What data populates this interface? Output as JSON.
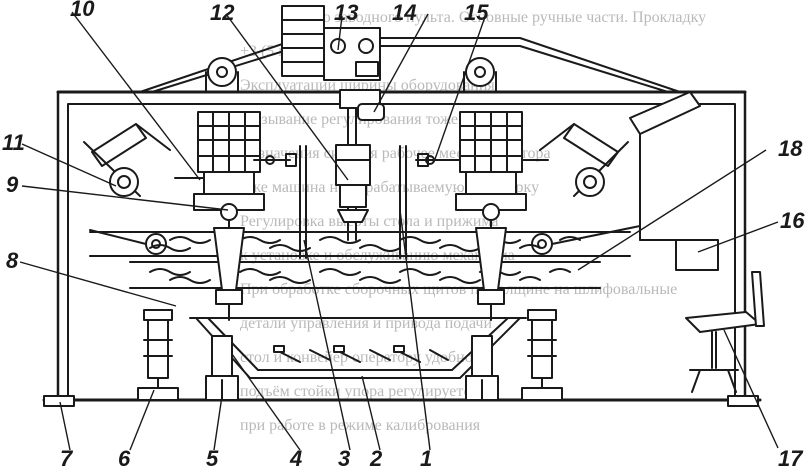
{
  "figure": {
    "callouts": [
      {
        "id": "c1",
        "label": "1"
      },
      {
        "id": "c2",
        "label": "2"
      },
      {
        "id": "c3",
        "label": "3"
      },
      {
        "id": "c4",
        "label": "4"
      },
      {
        "id": "c5",
        "label": "5"
      },
      {
        "id": "c6",
        "label": "6"
      },
      {
        "id": "c7",
        "label": "7"
      },
      {
        "id": "c8",
        "label": "8"
      },
      {
        "id": "c9",
        "label": "9"
      },
      {
        "id": "c10",
        "label": "10"
      },
      {
        "id": "c11",
        "label": "11"
      },
      {
        "id": "c12",
        "label": "12"
      },
      {
        "id": "c13",
        "label": "13"
      },
      {
        "id": "c14",
        "label": "14"
      },
      {
        "id": "c15",
        "label": "15"
      },
      {
        "id": "c16",
        "label": "16"
      },
      {
        "id": "c17",
        "label": "17"
      },
      {
        "id": "c18",
        "label": "18"
      }
    ]
  },
  "background_text": [
    "ного заводного пульта. Основные ручные части. Прокладку",
    "+3 (5 мм. -20) ± 2/К",
    "Эксплуатации ширины оборудования",
    "Вызывание регулирования тоже удобно",
    "Назначения сиденья рабочее место оператора",
    "Уже машина не обрабатываемую переборку",
    "Регулировка высоты стола и прижима",
    "к установке и обслуживанию механизма",
    "При обработке сборочных щитов по толщине на шлифовальные",
    "детали управления и привода подачи",
    "стол и конвейер оператору удобно",
    "подъём стойки упора регулируется",
    "при работе в режиме калибрования"
  ]
}
